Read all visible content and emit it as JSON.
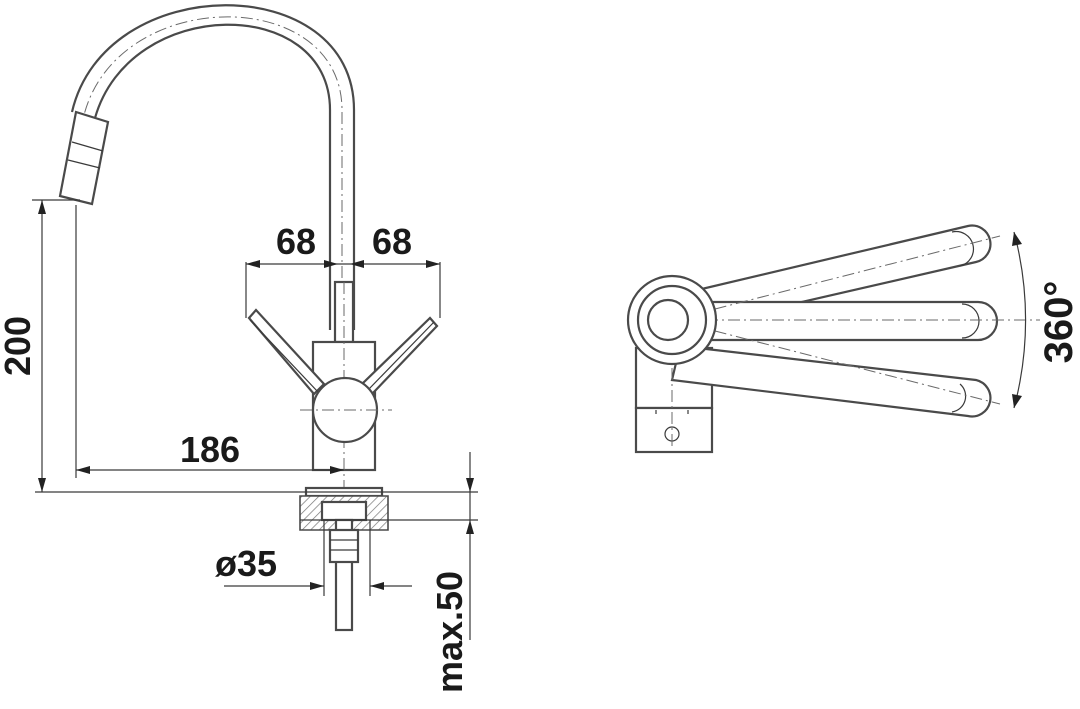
{
  "dimensions": {
    "lever_offset_left": "68",
    "lever_offset_right": "68",
    "spout_height": "200",
    "spout_reach": "186",
    "hole_diameter": "ø35",
    "max_thickness": "max.50",
    "swivel_angle": "360°"
  }
}
